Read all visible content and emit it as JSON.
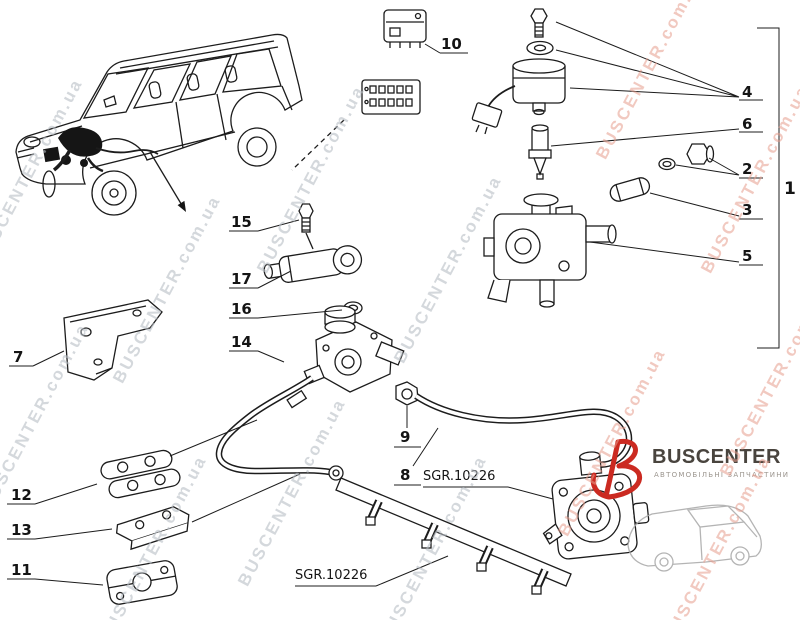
{
  "watermark": {
    "text": "BUSCENTER.com.ua"
  },
  "logo": {
    "name": "BUSCENTER",
    "tagline": "АВТОМОБІЛЬНІ ЗАПЧАСТИНИ"
  },
  "labels": {
    "sgr_upper": "SGR.10226",
    "sgr_lower": "SGR.10226"
  },
  "callouts": {
    "c1": "1",
    "c2": "2",
    "c3": "3",
    "c4": "4",
    "c5": "5",
    "c6": "6",
    "c7": "7",
    "c8": "8",
    "c9": "9",
    "c10": "10",
    "c11": "11",
    "c12": "12",
    "c13": "13",
    "c14": "14",
    "c15": "15",
    "c16": "16",
    "c17": "17"
  },
  "colors": {
    "line": "#1c1c1c",
    "watermark_gray": "#b9bfc6",
    "watermark_red": "#e79d8d",
    "logo_red": "#cb2a21",
    "logo_text": "#49443e"
  }
}
